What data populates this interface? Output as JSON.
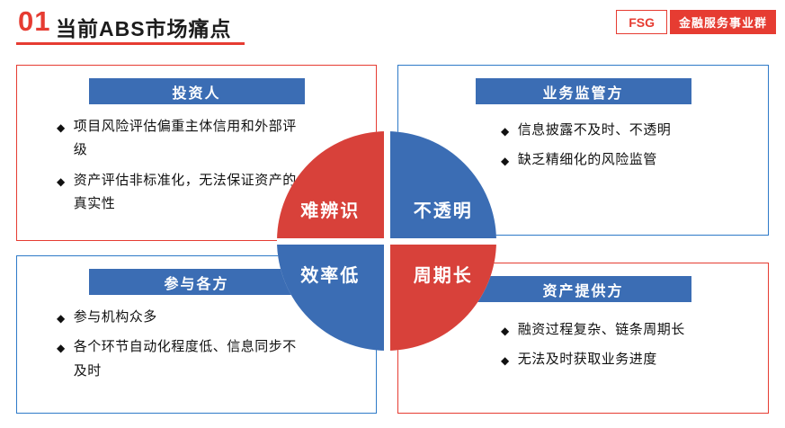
{
  "header": {
    "number": "01",
    "title": "当前ABS市场痛点",
    "badge_fsg": "FSG",
    "badge_group": "金融服务事业群"
  },
  "ui": {
    "bullet_marker": "◆"
  },
  "panels": [
    {
      "id": "investors",
      "title": "投资人",
      "border_color": "#e63c32",
      "bullets": [
        "项目风险评估偏重主体信用和外部评级",
        "资产评估非标准化，无法保证资产的真实性"
      ]
    },
    {
      "id": "business-regulators",
      "title": "业务监管方",
      "border_color": "#2e7ac8",
      "bullets": [
        "信息披露不及时、不透明",
        "缺乏精细化的风险监管"
      ]
    },
    {
      "id": "participants",
      "title": "参与各方",
      "border_color": "#2e7ac8",
      "bullets": [
        "参与机构众多",
        "各个环节自动化程度低、信息同步不及时"
      ]
    },
    {
      "id": "asset-providers",
      "title": "资产提供方",
      "border_color": "#e63c32",
      "bullets": [
        "融资过程复杂、链条周期长",
        "无法及时获取业务进度"
      ]
    }
  ],
  "circle": {
    "segments": [
      {
        "label": "难辨识",
        "color": "red",
        "position": "top-left"
      },
      {
        "label": "不透明",
        "color": "blue",
        "position": "top-right"
      },
      {
        "label": "效率低",
        "color": "blue",
        "position": "bottom-left"
      },
      {
        "label": "周期长",
        "color": "red",
        "position": "bottom-right"
      }
    ]
  },
  "colors": {
    "red_accent": "#e63c32",
    "red_circle": "#d8413a",
    "blue": "#3b6db4",
    "border_blue": "#2e7ac8",
    "border_red": "#e63c32"
  }
}
